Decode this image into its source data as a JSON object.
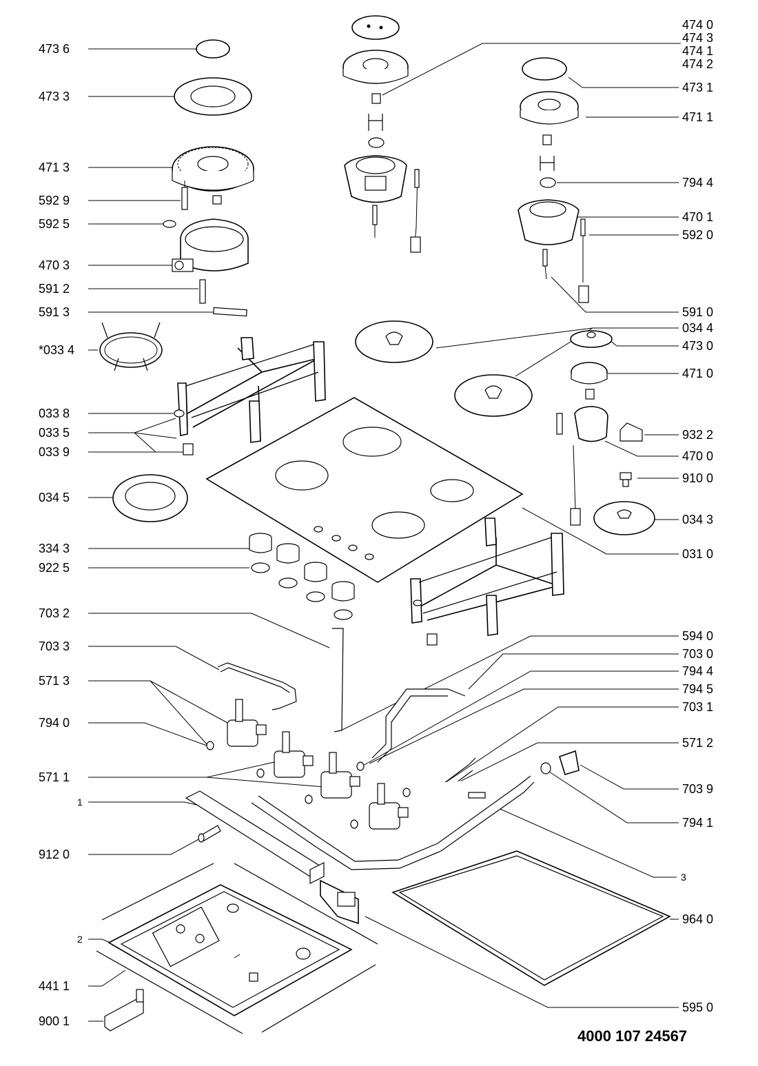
{
  "document_number": "4000 107 24567",
  "labels": {
    "l_4736": "473 6",
    "l_4733": "473 3",
    "l_4713": "471 3",
    "l_5929": "592 9",
    "l_5925": "592 5",
    "l_4703": "470 3",
    "l_5912": "591 2",
    "l_5913": "591 3",
    "l_0334s": "*033 4",
    "l_0338": "033 8",
    "l_0335": "033 5",
    "l_0339": "033 9",
    "l_0345": "034 5",
    "l_3343": "334 3",
    "l_9225": "922 5",
    "l_7032": "703 2",
    "l_7033": "703 3",
    "l_5713": "571 3",
    "l_7940": "794 0",
    "l_5711": "571 1",
    "l_1": "1",
    "l_9120": "912 0",
    "l_2": "2",
    "l_4411": "441 1",
    "l_9001": "900 1",
    "r_4740": "474 0",
    "r_4743": "474 3",
    "r_4741": "474 1",
    "r_4742": "474 2",
    "r_4731": "473 1",
    "r_4711": "471 1",
    "r_7944a": "794 4",
    "r_4701": "470 1",
    "r_5920": "592 0",
    "r_5910": "591 0",
    "r_0344": "034 4",
    "r_4730": "473 0",
    "r_4710": "471 0",
    "r_9322": "932 2",
    "r_4700": "470 0",
    "r_9100": "910 0",
    "r_0343": "034 3",
    "r_0310": "031 0",
    "r_5940": "594 0",
    "r_7030": "703 0",
    "r_7944b": "794 4",
    "r_7945": "794 5",
    "r_7031": "703 1",
    "r_5712": "571 2",
    "r_7039": "703 9",
    "r_7941": "794 1",
    "r_3": "3",
    "r_9640": "964 0",
    "r_5950": "595 0"
  }
}
